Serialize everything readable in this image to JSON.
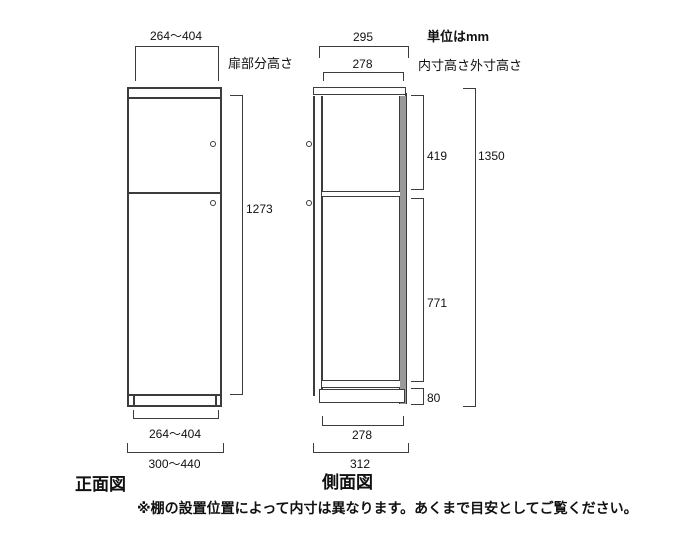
{
  "meta": {
    "unit_note": "単位はmm",
    "footnote": "※棚の設置位置によって内寸は異なります。あくまで目安としてご覧ください。"
  },
  "front_view": {
    "title": "正面図",
    "door_height_label": "扉部分高さ",
    "dims": {
      "top_width": "264〜404",
      "door_height": "1273",
      "bottom_inner_width": "264〜404",
      "bottom_outer_width": "300〜440"
    }
  },
  "side_view": {
    "title": "側面図",
    "inner_height_label": "内寸高さ",
    "outer_height_label": "外寸高さ",
    "dims": {
      "top_depth": "295",
      "top_inner_depth": "278",
      "upper_inner_height": "419",
      "total_height": "1350",
      "lower_inner_height": "771",
      "base_height": "80",
      "bottom_inner_depth": "278",
      "bottom_outer_depth": "312"
    }
  },
  "colors": {
    "line": "#3c3c3c",
    "back_panel_fill": "#999999",
    "background": "#ffffff",
    "text": "#111111"
  }
}
